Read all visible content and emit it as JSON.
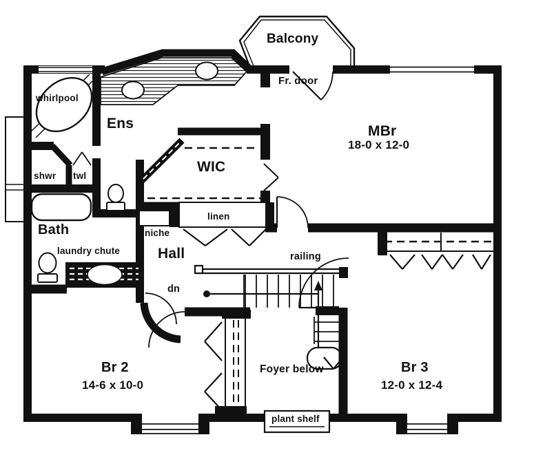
{
  "plan": {
    "colors": {
      "ink": "#111111",
      "paper": "#ffffff"
    },
    "rooms": {
      "balcony": {
        "name": "Balcony"
      },
      "mbr": {
        "name": "MBr",
        "dims": "18-0 x 12-0"
      },
      "ens": {
        "name": "Ens"
      },
      "wic": {
        "name": "WIC"
      },
      "bath": {
        "name": "Bath"
      },
      "hall": {
        "name": "Hall"
      },
      "br2": {
        "name": "Br 2",
        "dims": "14-6 x 10-0"
      },
      "br3": {
        "name": "Br 3",
        "dims": "12-0 x 12-4"
      },
      "foyer": {
        "name": "Foyer below"
      }
    },
    "fixtures": {
      "whirlpool": "whirlpool",
      "shower": "shwr",
      "towel": "twl",
      "laundry_chute": "laundry chute",
      "niche": "niche",
      "linen": "linen",
      "railing": "railing",
      "down": "dn",
      "french_door": "Fr. door",
      "plant_shelf": "plant shelf"
    }
  }
}
